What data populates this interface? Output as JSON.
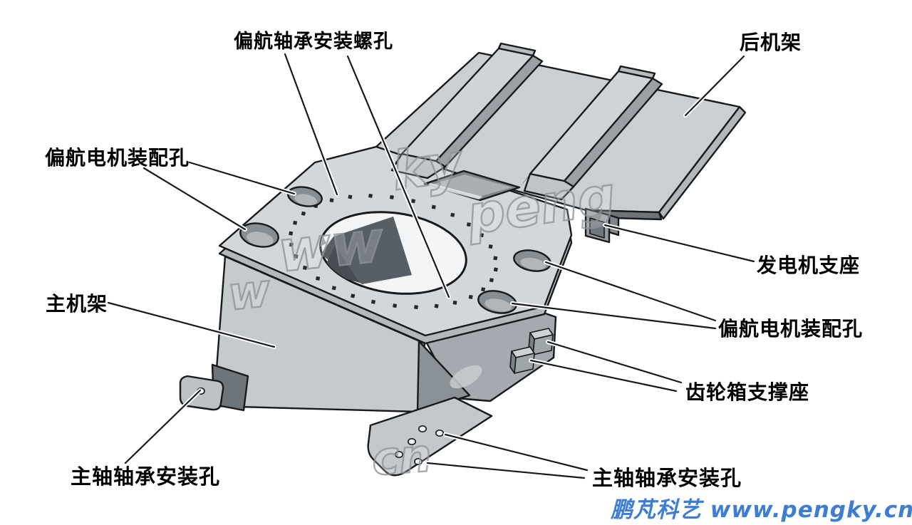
{
  "labels": {
    "yaw_bearing_screw_holes": "偏航轴承安装螺孔",
    "rear_frame": "后机架",
    "yaw_motor_holes_left": "偏航电机装配孔",
    "main_frame": "主机架",
    "main_shaft_holes_left": "主轴轴承安装孔",
    "generator_support": "发电机支座",
    "yaw_motor_holes_right": "偏航电机装配孔",
    "gearbox_support": "齿轮箱支撑座",
    "main_shaft_holes_right": "主轴轴承安装孔"
  },
  "watermarks": {
    "ky": "ky",
    "peng": "peng",
    "ww": "ww",
    "w": "w",
    "cn": "cn"
  },
  "branding": {
    "site": "鹏芃科艺 www.pengky.cn",
    "color": "#3e7ed2"
  },
  "colors": {
    "background": "#ffffff",
    "outline": "#17191b",
    "plate_top": "#d4d7d9",
    "plate_side": "#b3b8bc",
    "rear_plate": "#cbcfd2",
    "box_side": "#c5cacd",
    "shadow_dark": "#575e64",
    "hole_wall": "#868d93",
    "watermark_gray": "#8f969c",
    "label_text": "#000000"
  }
}
